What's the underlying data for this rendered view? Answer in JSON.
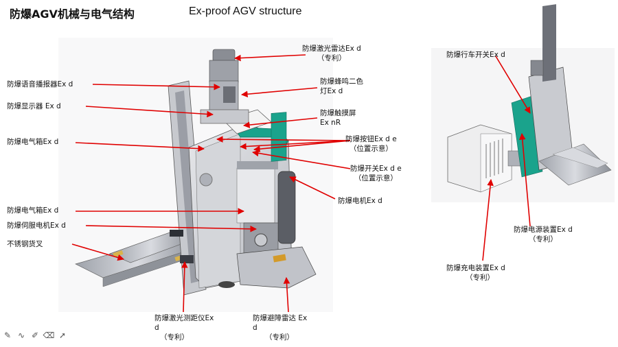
{
  "title_zh": "防爆AGV机械与电气结构",
  "title_en": "Ex-proof AGV structure",
  "labels": {
    "lidar": "防爆激光雷达Ex d",
    "lidar_patent": "（专利）",
    "speaker": "防爆语音播报器Ex d",
    "buzzer_line1": "防爆蜂鸣二色",
    "buzzer_line2": "灯Ex d",
    "display": "防爆显示器 Ex d",
    "touchscreen_line1": "防爆触摸屏",
    "touchscreen_line2": "Ex nR",
    "elecbox1": "防爆电气箱Ex d",
    "button_line1": "防爆按钮Ex d e",
    "button_line2": "（位置示意）",
    "switch_line1": "防爆开关Ex d e",
    "switch_line2": "（位置示意）",
    "motor": "防爆电机Ex d",
    "elecbox2": "防爆电气箱Ex d",
    "servo": "防爆伺服电机Ex d",
    "fork": "不锈钢货叉",
    "rangefinder_line1": "防爆激光测距仪Ex",
    "rangefinder_line2": "d",
    "rangefinder_patent": "（专利）",
    "obstacle_line1": "防爆避障雷达 Ex",
    "obstacle_line2": "d",
    "obstacle_patent": "（专利）",
    "travel_switch": "防爆行车开关Ex d",
    "power_line1": "防爆电源装置Ex d",
    "power_line2": "（专利）",
    "charger_line1": "防爆充电装置Ex d",
    "charger_line2": "（专利）"
  },
  "colors": {
    "arrow": "#e00000",
    "teal": "#1aa38c",
    "steel": "#b9bcc4"
  },
  "toolbar": [
    "pen-icon",
    "curve-icon",
    "highlighter-icon",
    "eraser-icon",
    "pointer-icon"
  ]
}
